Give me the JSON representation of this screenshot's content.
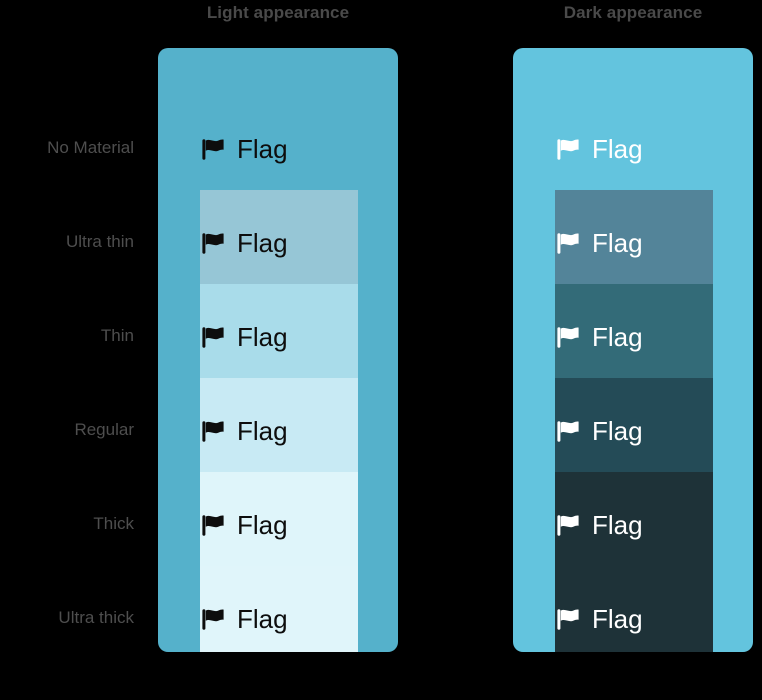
{
  "headers": {
    "light": "Light appearance",
    "dark": "Dark appearance"
  },
  "rows": [
    {
      "label": "No Material",
      "light_fill": "none",
      "dark_fill": "none"
    },
    {
      "label": "Ultra thin",
      "light_fill": "#96c6d6",
      "dark_fill": "#538499"
    },
    {
      "label": "Thin",
      "light_fill": "#a9dcea",
      "dark_fill": "#336b78"
    },
    {
      "label": "Regular",
      "light_fill": "#c8eaf4",
      "dark_fill": "#244b57"
    },
    {
      "label": "Thick",
      "light_fill": "#dff5fa",
      "dark_fill": "#1e3238"
    },
    {
      "label": "Ultra thick",
      "light_fill": "#e0f5fa",
      "dark_fill": "#1e3238"
    }
  ],
  "sample": {
    "text": "Flag",
    "icon": "flag-icon"
  },
  "colors": {
    "page_background": "#000000",
    "light_panel": "#55b1cb",
    "dark_panel": "#63c4de",
    "light_foreground": "#0d0d0d",
    "dark_foreground": "#ffffff",
    "header_text": "#4a4a4a",
    "label_text": "#4e4e4e"
  }
}
